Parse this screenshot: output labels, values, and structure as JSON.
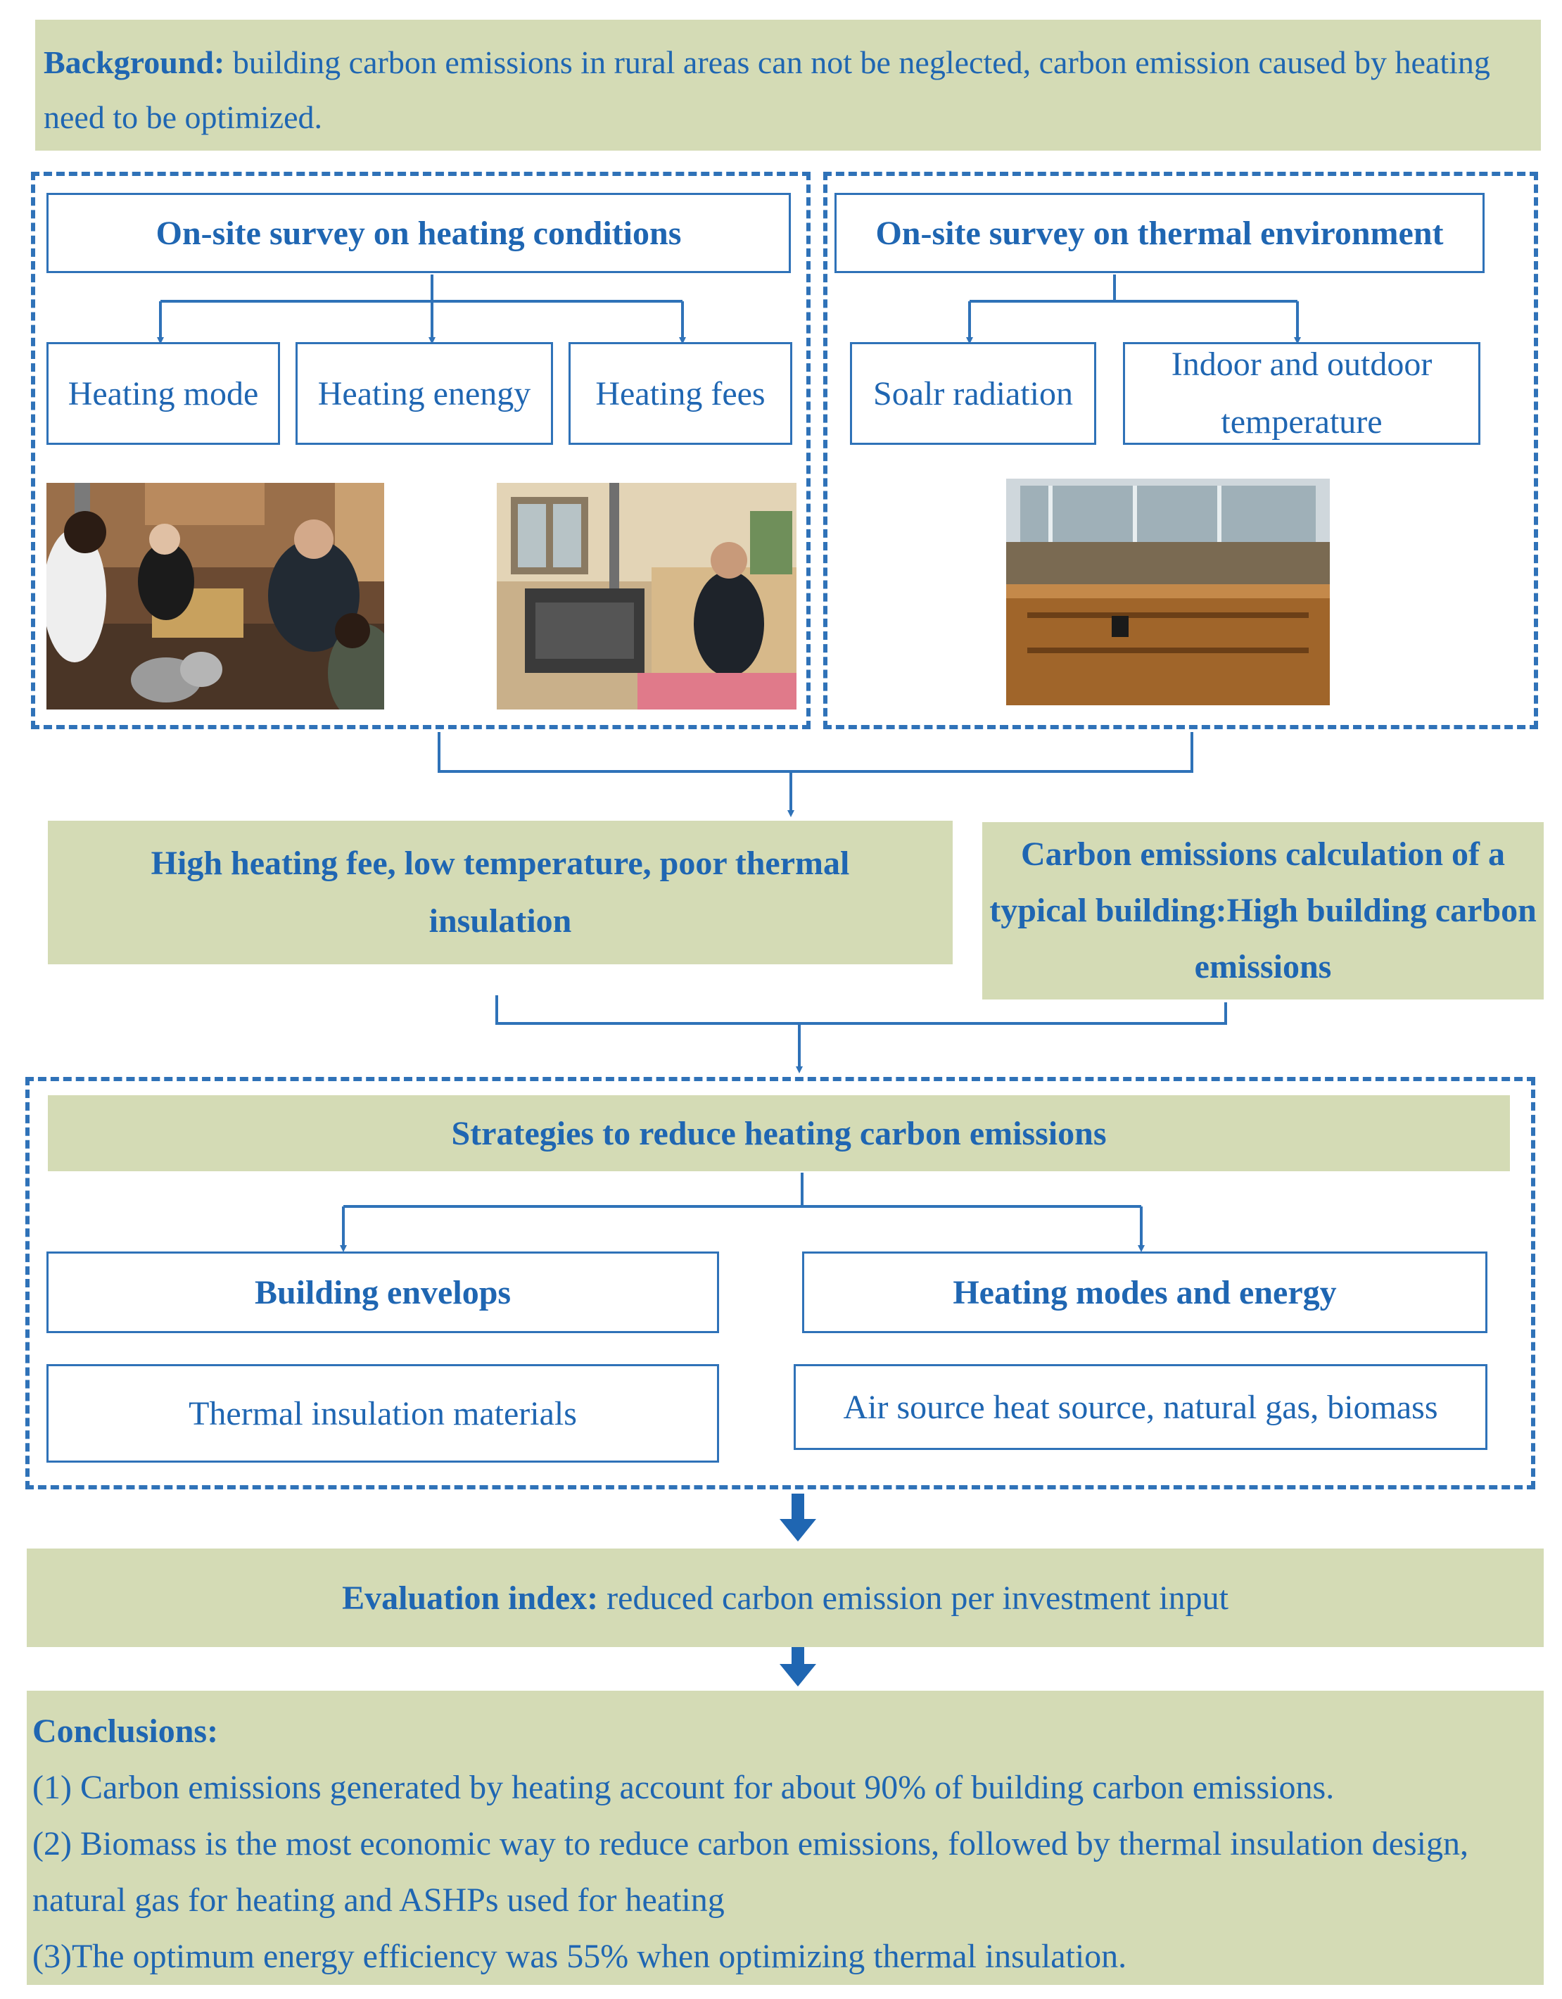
{
  "background": {
    "label": "Background:",
    "text": " building carbon emissions in rural areas can not be neglected,  carbon emission caused by heating need to be optimized."
  },
  "survey_heating": {
    "title": "On-site survey on heating conditions",
    "items": [
      "Heating mode",
      "Heating enengy",
      "Heating fees"
    ]
  },
  "survey_thermal": {
    "title": "On-site survey on thermal environment",
    "items": [
      "Soalr radiation",
      "Indoor and outdoor temperature"
    ]
  },
  "findings": {
    "left": "High heating fee, low temperature,  poor thermal insulation",
    "right": "Carbon emissions calculation of a typical building:High building carbon emissions"
  },
  "strategies": {
    "title": "Strategies to reduce heating carbon emissions",
    "left_title": "Building envelops",
    "left_detail": "Thermal insulation materials",
    "right_title": "Heating modes and energy",
    "right_detail": "Air source heat source, natural gas, biomass"
  },
  "evaluation": {
    "label": "Evaluation index:",
    "text": " reduced carbon emission per investment input"
  },
  "conclusions": {
    "title": "Conclusions:",
    "items": [
      "(1) Carbon emissions generated by heating account for about 90% of building carbon emissions.",
      "(2) Biomass is the most economic way to reduce carbon emissions, followed by thermal insulation design, natural gas for heating and ASHPs used for heating",
      "(3)The optimum energy efficiency was 55% when optimizing thermal insulation."
    ]
  },
  "colors": {
    "text_blue": "#1f66b2",
    "line_blue": "#2f72b8",
    "olive_fill": "#d4dbb5"
  }
}
